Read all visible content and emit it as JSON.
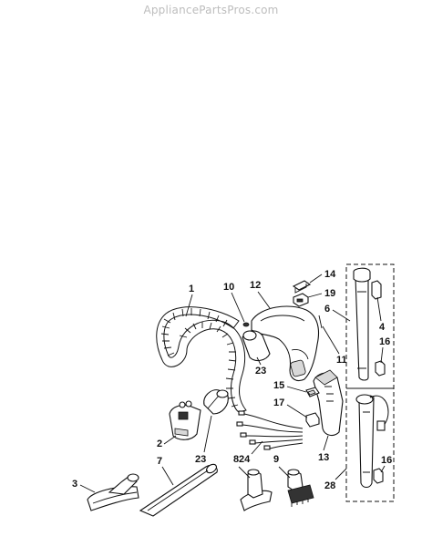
{
  "watermark": "AppliancePartsPros.com",
  "callouts": {
    "p1": "1",
    "p2": "2",
    "p3": "3",
    "p4": "4",
    "p6": "6",
    "p7": "7",
    "p8": "8",
    "p9": "9",
    "p10": "10",
    "p11": "11",
    "p12": "12",
    "p13": "13",
    "p14": "14",
    "p15": "15",
    "p16a": "16",
    "p16b": "16",
    "p17": "17",
    "p19": "19",
    "p23a": "23",
    "p23b": "23",
    "p24": "24",
    "p28": "28"
  }
}
